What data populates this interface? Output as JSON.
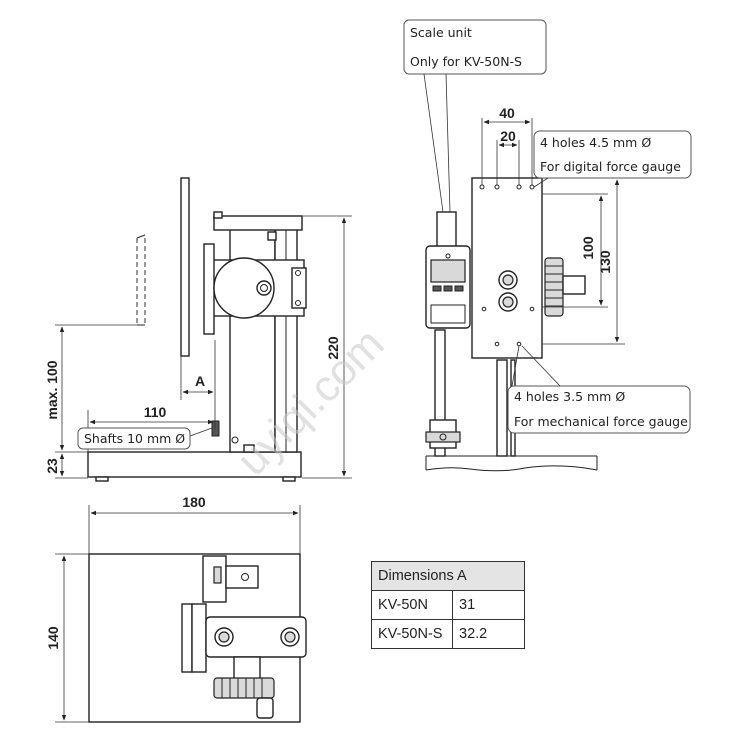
{
  "callouts": {
    "scale_unit": [
      "Scale unit",
      "Only for KV-50N-S"
    ],
    "digital_holes": [
      "4 holes 4.5 mm Ø",
      "For digital force gauge"
    ],
    "mechanical_holes": [
      "4 holes 3.5 mm Ø",
      "For mechanical force gauge"
    ],
    "shafts": "Shafts 10 mm Ø"
  },
  "dimensions": {
    "d40": "40",
    "d20": "20",
    "d100_front": "100",
    "d130": "130",
    "d220": "220",
    "max100": "max. 100",
    "d23": "23",
    "A": "A",
    "d110": "110",
    "d180": "180",
    "d140": "140"
  },
  "table": {
    "header": [
      "Dimensions",
      "A"
    ],
    "rows": [
      [
        "KV-50N",
        "31"
      ],
      [
        "KV-50N-S",
        "32.2"
      ]
    ]
  },
  "watermark": "uyiqi.com"
}
